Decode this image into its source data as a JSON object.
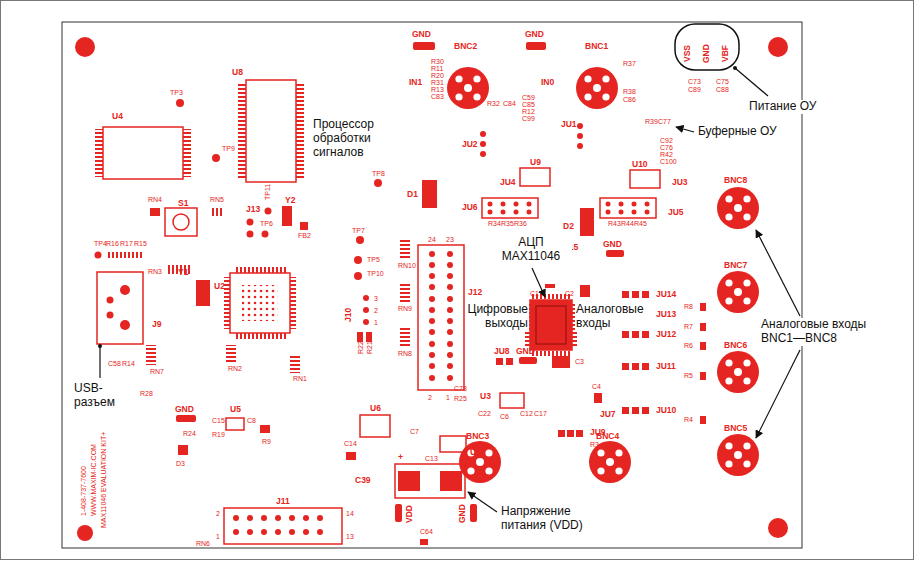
{
  "diagram": {
    "labels": [
      "TP3",
      "U4",
      "U8",
      "Процессор обработки сигналов",
      "TP9",
      "GND",
      "BNC2",
      "GND",
      "BNC1",
      "IN1",
      "IN0",
      "VSS",
      "GND",
      "VBF",
      "C73",
      "C89",
      "C75",
      "C88",
      "Питание ОУ",
      "Буферные ОУ",
      "R30",
      "R11",
      "R20",
      "R31",
      "R13",
      "C83",
      "R32",
      "C84",
      "C59",
      "C85",
      "R12",
      "C99",
      "R37",
      "R38",
      "C86",
      "R39",
      "C77",
      "C92",
      "C76",
      "R42",
      "C100",
      "JU2",
      "JU1",
      "U9",
      "U10",
      "JU4",
      "JU3",
      "JU6",
      "JU5",
      "D1",
      "D2",
      "R34",
      "R35",
      "R36",
      "R43",
      "R44",
      "R45",
      "JU15",
      "GND",
      "BNC8",
      "BNC7",
      "BNC6",
      "BNC5",
      "Аналоговые входы BNC1—BNC8",
      "АЦП MAX11046",
      "Цифровые выходы",
      "Аналоговые входы",
      "TP8",
      "TP7",
      "TP5",
      "TP10",
      "RN4",
      "RN5",
      "S1",
      "J13",
      "TP6",
      "TP11",
      "Y2",
      "FB2",
      "TP4",
      "R16",
      "R17",
      "R15",
      "RN3",
      "Y1",
      "U2",
      "J9",
      "USB-разъем",
      "RN7",
      "RN10",
      "RN9",
      "RN8",
      "J10",
      "R22",
      "R21",
      "3",
      "2",
      "1",
      "24",
      "23",
      "J12",
      "2",
      "1",
      "C1",
      "C2",
      "C3",
      "C4",
      "JU14",
      "JU13",
      "JU12",
      "JU11",
      "JU10",
      "JU7",
      "JU9",
      "JU8",
      "GND",
      "U3",
      "C78",
      "R25",
      "C22",
      "C6",
      "C12",
      "C17",
      "R8",
      "R7",
      "R6",
      "R5",
      "R4",
      "R3",
      "C58",
      "R14",
      "R28",
      "RN2",
      "RN1",
      "GND",
      "C15",
      "U5",
      "C8",
      "R19",
      "R9",
      "R24",
      "D3",
      "C14",
      "U6",
      "C7",
      "U7",
      "C13",
      "C39",
      "+",
      "VDD",
      "GND",
      "C64",
      "J11",
      "2",
      "1",
      "14",
      "13",
      "RN6",
      "Напряжение питания (VDD)",
      "1-408-737-7600",
      "WWW.MAXIM-IC.COM",
      "MAX11046 EVALUATION KIT+",
      "BNC3",
      "BNC4"
    ]
  }
}
